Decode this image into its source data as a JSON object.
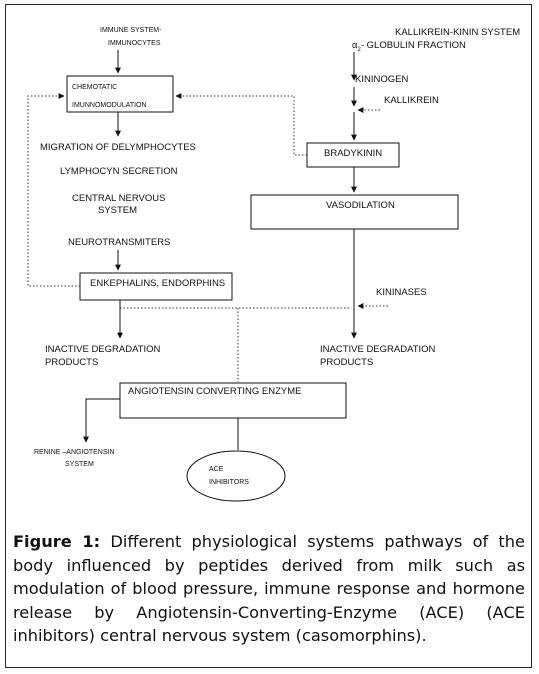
{
  "diagram": {
    "immune_title_1": "IMMUNE SYSTEM-",
    "immune_title_2": "IMMUNOCYTES",
    "chemotatic_1": "CHEMOTATIC",
    "chemotatic_2": "IMUNNOMODULATION",
    "migration": "MIGRATION OF DELYMPHOCYTES",
    "lymphocyn": "LYMPHOCYN SECRETION",
    "cns_1": "CENTRAL NERVOUS",
    "cns_2": "SYSTEM",
    "neuro": "NEUROTRANSMITERS",
    "enkephalins": "ENKEPHALINS, ENDORPHINS",
    "inactive_left_1": "INACTIVE DEGRADATION",
    "inactive_left_2": "PRODUCTS",
    "kallikrein_system": "KALLIKREIN-KININ SYSTEM",
    "globulin_prefix": "α",
    "globulin_sub": "2",
    "globulin_rest": "- GLOBULIN FRACTION",
    "kininogen": "KININOGEN",
    "kallikrein": "KALLIKREIN",
    "bradykinin": "BRADYKININ",
    "vasodilation": "VASODILATION",
    "kininases": "KININASES",
    "inactive_right_1": "INACTIVE DEGRADATION",
    "inactive_right_2": "PRODUCTS",
    "ace": "ANGIOTENSIN CONVERTING ENZYME",
    "renine_1": "RENINE –ANGIOTENSIN",
    "renine_2": "SYSTEM",
    "ace_inhib_1": "ACE",
    "ace_inhib_2": "INHIBITORS"
  },
  "caption": {
    "label": "Figure 1:",
    "text": " Different physiological systems pathways of the body influenced by peptides derived from milk such as modulation of blood pressure, immune response and hormone release by Angiotensin-Converting-Enzyme (ACE) (ACE inhibitors) central nervous system (casomorphins)."
  }
}
